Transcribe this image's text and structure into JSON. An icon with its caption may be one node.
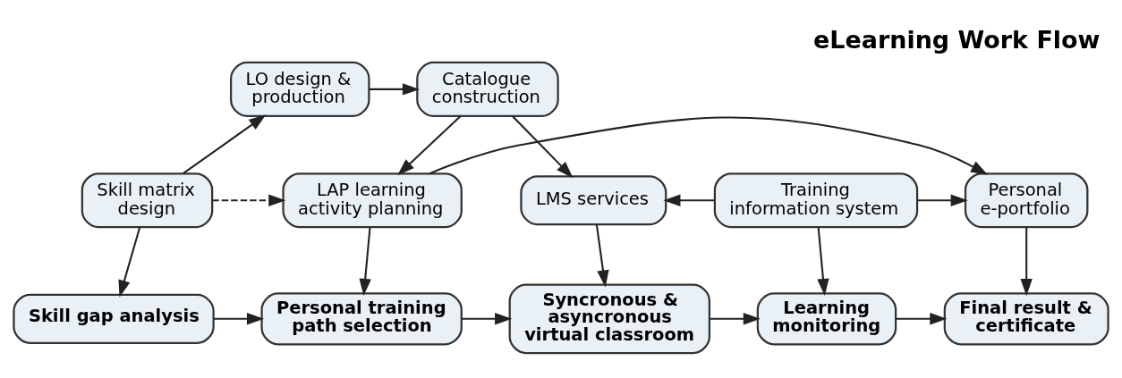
{
  "diagram": {
    "title": "eLearning Work Flow",
    "nodes": [
      {
        "text": [
          "LO design & production"
        ]
      },
      {
        "text": [
          "Catalogue construction"
        ]
      },
      {
        "text": [
          "Skill matrix design"
        ]
      },
      {
        "text": [
          "LAP learning activity planning"
        ]
      },
      {
        "text": [
          "LMS services"
        ]
      },
      {
        "text": [
          "Training information system"
        ]
      },
      {
        "text": [
          "Personal e-portfolio"
        ]
      },
      {
        "text": [
          "Skill gap analysis"
        ]
      },
      {
        "text": [
          "Personal training path selection"
        ]
      },
      {
        "text": [
          "Syncronous & asyncronous virtual classroom"
        ]
      },
      {
        "text": [
          "Learning monitoring"
        ]
      },
      {
        "text": [
          "Final result & certificate"
        ]
      }
    ],
    "edges": [
      {
        "from": 0,
        "to": 1,
        "arrow": "to"
      },
      {
        "from": 2,
        "to": 0,
        "arrow": "to"
      },
      {
        "from": 1,
        "to": 3,
        "arrow": "to"
      },
      {
        "from": 1,
        "to": 4,
        "arrow": "to"
      },
      {
        "from": 2,
        "to": 3,
        "arrow": "to",
        "style": "dashed"
      },
      {
        "from": 3,
        "to": 6,
        "arrow": "to"
      },
      {
        "from": 5,
        "to": 4,
        "arrow": "to"
      },
      {
        "from": 5,
        "to": 6,
        "arrow": "to"
      },
      {
        "from": 2,
        "to": 7,
        "arrow": "to"
      },
      {
        "from": 3,
        "to": 8,
        "arrow": "to"
      },
      {
        "from": 4,
        "to": 9,
        "arrow": "to"
      },
      {
        "from": 5,
        "to": 10,
        "arrow": "to"
      },
      {
        "from": 6,
        "to": 11,
        "arrow": "to"
      },
      {
        "from": 7,
        "to": 8,
        "arrow": "to"
      },
      {
        "from": 8,
        "to": 9,
        "arrow": "to"
      },
      {
        "from": 9,
        "to": 10,
        "arrow": "to"
      },
      {
        "from": 10,
        "to": 11,
        "arrow": "to"
      }
    ]
  }
}
